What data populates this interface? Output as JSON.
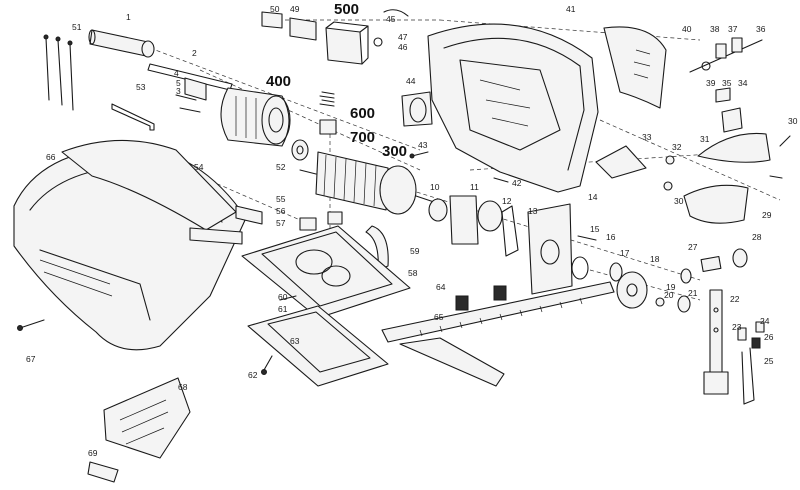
{
  "diagram": {
    "type": "exploded-parts-diagram",
    "highlight_labels": [
      "500",
      "400",
      "600",
      "700",
      "300"
    ],
    "part_numbers": [
      "1",
      "2",
      "3",
      "4",
      "5",
      "10",
      "11",
      "12",
      "13",
      "14",
      "15",
      "16",
      "17",
      "18",
      "19",
      "20",
      "21",
      "22",
      "23",
      "24",
      "25",
      "26",
      "27",
      "28",
      "29",
      "30",
      "31",
      "32",
      "33",
      "34",
      "35",
      "36",
      "37",
      "38",
      "39",
      "40",
      "41",
      "42",
      "43",
      "44",
      "45",
      "46",
      "47",
      "49",
      "50",
      "51",
      "52",
      "53",
      "54",
      "55",
      "56",
      "57",
      "58",
      "59",
      "60",
      "61",
      "62",
      "63",
      "64",
      "65",
      "66",
      "67",
      "68",
      "69"
    ]
  }
}
